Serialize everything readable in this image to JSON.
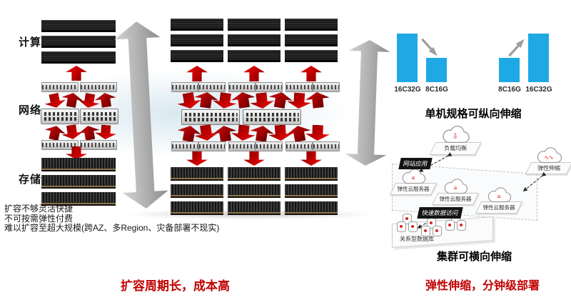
{
  "left": {
    "layers": [
      "计算",
      "网络",
      "存储"
    ],
    "notes": [
      "扩容不够灵活快捷",
      "不可按需弹性付费",
      "难以扩容至超大规模(跨AZ、多Region、灾备部署不现实)"
    ],
    "caption": "扩容周期长，成本高"
  },
  "right": {
    "vertical": {
      "down_from": "16C32G",
      "down_to": "8C16G",
      "up_from": "8C16G",
      "up_to": "16C32G",
      "title": "单机规格可纵向伸缩"
    },
    "cluster": {
      "lb": "负载均衡",
      "web_tag": "网站应用",
      "ecs": "弹性云服务器",
      "as": "弹性伸缩",
      "data_tag": "快速数据访问",
      "db": "关系型数据库",
      "title": "集群可横向伸缩"
    },
    "caption": "弹性伸缩，分钟级部署"
  },
  "colors": {
    "bar_blue": "#1fa9e4",
    "accent_red": "#c00000"
  }
}
